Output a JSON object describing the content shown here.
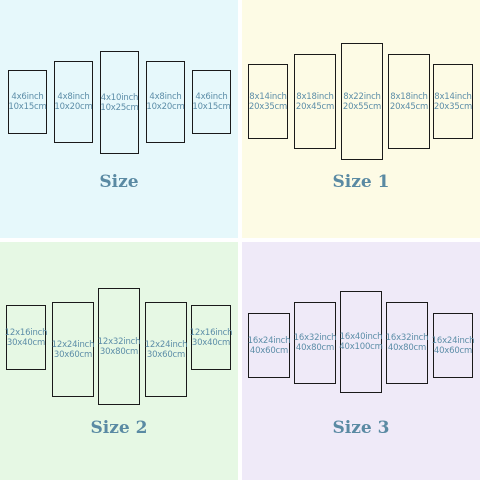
{
  "colors": {
    "frame": "#1a1a1a",
    "label": "#5a8aa3",
    "panel_text": "#5d8ea8"
  },
  "sizes": [
    {
      "label": "Size",
      "background": "#e6f8fb",
      "panels": [
        {
          "inch": "4x6inch",
          "cm": "10x15cm"
        },
        {
          "inch": "4x8inch",
          "cm": "10x20cm"
        },
        {
          "inch": "4x10inch",
          "cm": "10x25cm"
        },
        {
          "inch": "4x8inch",
          "cm": "10x20cm"
        },
        {
          "inch": "4x6inch",
          "cm": "10x15cm"
        }
      ]
    },
    {
      "label": "Size 1",
      "background": "#fdfbe5",
      "panels": [
        {
          "inch": "8x14inch",
          "cm": "20x35cm"
        },
        {
          "inch": "8x18inch",
          "cm": "20x45cm"
        },
        {
          "inch": "8x22inch",
          "cm": "20x55cm"
        },
        {
          "inch": "8x18inch",
          "cm": "20x45cm"
        },
        {
          "inch": "8x14inch",
          "cm": "20x35cm"
        }
      ]
    },
    {
      "label": "Size 2",
      "background": "#e6f8e4",
      "panels": [
        {
          "inch": "12x16inch",
          "cm": "30x40cm"
        },
        {
          "inch": "12x24inch",
          "cm": "30x60cm"
        },
        {
          "inch": "12x32inch",
          "cm": "30x80cm"
        },
        {
          "inch": "12x24inch",
          "cm": "30x60cm"
        },
        {
          "inch": "12x16inch",
          "cm": "30x40cm"
        }
      ]
    },
    {
      "label": "Size 3",
      "background": "#efeaf8",
      "panels": [
        {
          "inch": "16x24inch",
          "cm": "40x60cm"
        },
        {
          "inch": "16x32inch",
          "cm": "40x80cm"
        },
        {
          "inch": "16x40inch",
          "cm": "40x100cm"
        },
        {
          "inch": "16x32inch",
          "cm": "40x80cm"
        },
        {
          "inch": "16x24inch",
          "cm": "40x60cm"
        }
      ]
    }
  ]
}
